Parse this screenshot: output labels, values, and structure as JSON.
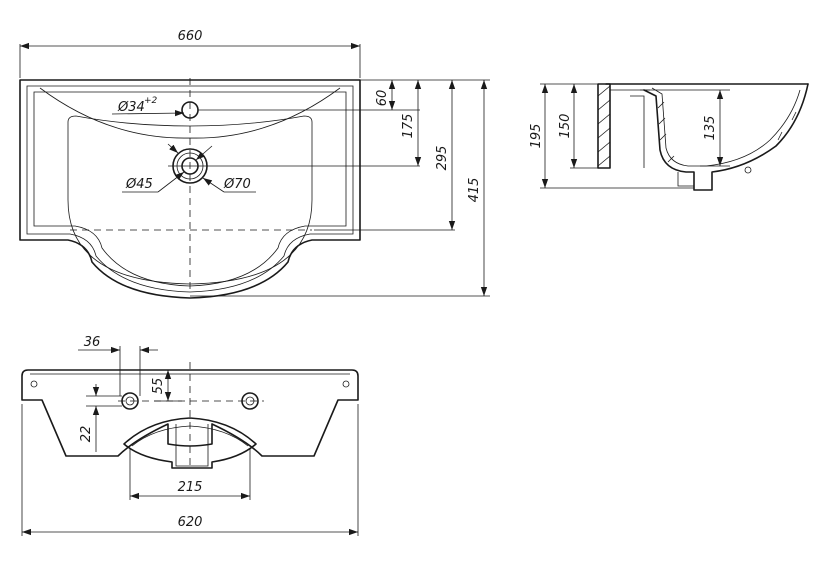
{
  "top_view": {
    "width_label": "660",
    "dim_60": "60",
    "dim_175": "175",
    "dim_295": "295",
    "dim_415": "415",
    "tap_hole_diameter": "Ø34",
    "tap_hole_tolerance": "+2",
    "drain_diameter_45": "Ø45",
    "drain_diameter_70": "Ø70"
  },
  "side_view": {
    "dim_195": "195",
    "dim_150": "150",
    "dim_135": "135"
  },
  "back_view": {
    "dim_36": "36",
    "dim_55": "55",
    "dim_22": "22",
    "dim_215": "215",
    "width_label": "620"
  }
}
